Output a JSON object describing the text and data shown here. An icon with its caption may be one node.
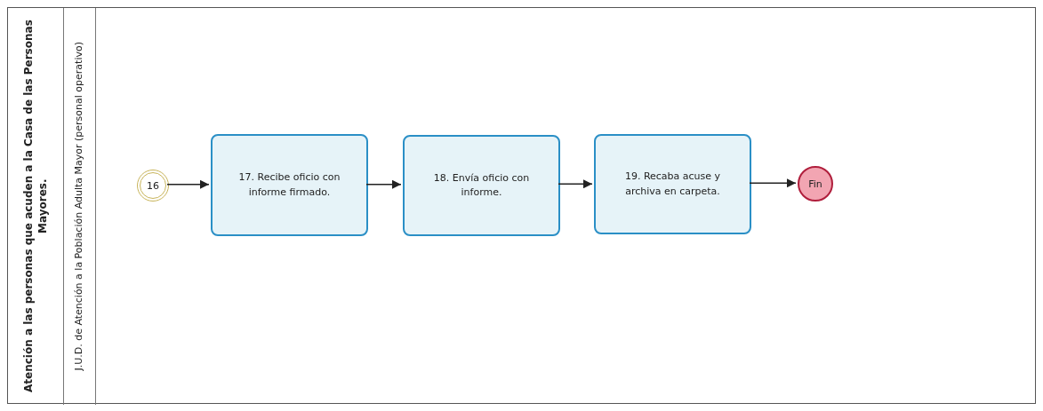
{
  "diagram": {
    "nodes": [
      {
        "text": [
          "Atención a las personas que acuden a la Casa de las Personas Mayores."
        ]
      },
      {
        "text": [
          "J.U.D. de Atención a la Población Adulta Mayor (personal operativo)"
        ],
        "in": 0
      },
      {
        "text": [
          "16"
        ],
        "in": 1
      },
      {
        "text": [
          "17. Recibe oficio con informe firmado."
        ],
        "in": 1
      },
      {
        "text": [
          "18. Envía oficio con informe."
        ],
        "in": 1
      },
      {
        "text": [
          "19. Recaba acuse y archiva en carpeta."
        ],
        "in": 1
      },
      {
        "text": [
          "Fin"
        ],
        "in": 1
      }
    ],
    "edges": [
      {
        "from": 2,
        "to": 3,
        "arrow": "to"
      },
      {
        "from": 3,
        "to": 4,
        "arrow": "to"
      },
      {
        "from": 4,
        "to": 5,
        "arrow": "to"
      },
      {
        "from": 5,
        "to": 6,
        "arrow": "to"
      }
    ]
  }
}
